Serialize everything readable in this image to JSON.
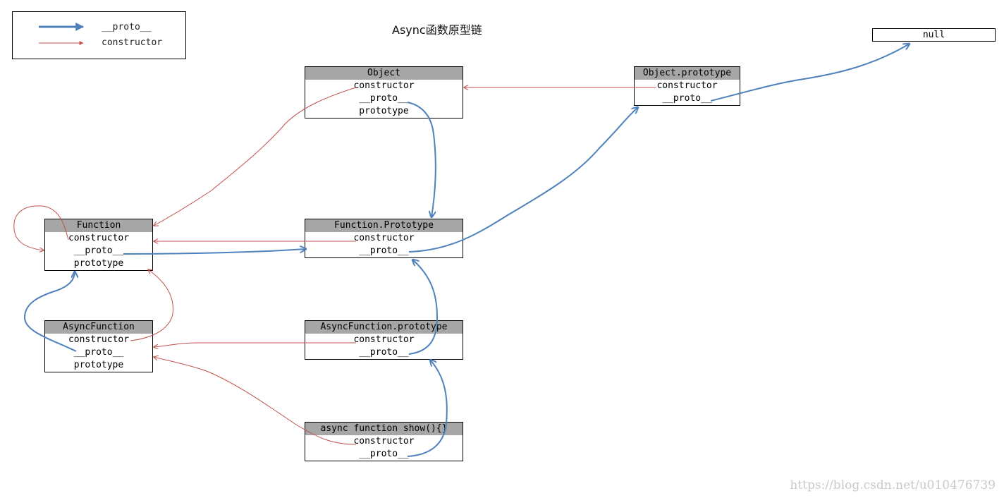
{
  "title": "Async函数原型链",
  "legend": {
    "proto_label": "__proto__",
    "constructor_label": "constructor"
  },
  "colors": {
    "proto": "#4f81bd",
    "constructor": "#c0504d",
    "header_fill": "#a6a6a6"
  },
  "null_box": "null",
  "boxes": {
    "object": {
      "title": "Object",
      "rows": [
        "constructor",
        "__proto__",
        "prototype"
      ]
    },
    "object_prototype": {
      "title": "Object.prototype",
      "rows": [
        "constructor",
        "__proto__"
      ]
    },
    "function": {
      "title": "Function",
      "rows": [
        "constructor",
        "__proto__",
        "prototype"
      ]
    },
    "function_prototype": {
      "title": "Function.Prototype",
      "rows": [
        "constructor",
        "__proto__"
      ]
    },
    "async_function": {
      "title": "AsyncFunction",
      "rows": [
        "constructor",
        "__proto__",
        "prototype"
      ]
    },
    "async_function_prototype": {
      "title": "AsyncFunction.prototype",
      "rows": [
        "constructor",
        "__proto__"
      ]
    },
    "async_show": {
      "title": "async function show(){}",
      "rows": [
        "constructor",
        "__proto__"
      ]
    }
  },
  "watermark": "https://blog.csdn.net/u010476739"
}
